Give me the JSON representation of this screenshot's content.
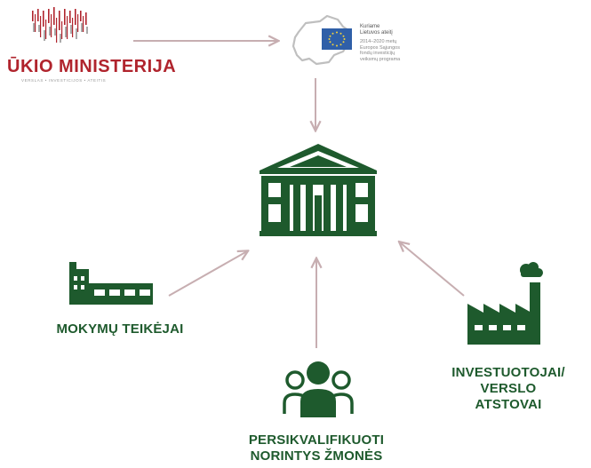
{
  "colors": {
    "node_green": "#1e5a2d",
    "arrow": "#c7aeb1",
    "ministry_red": "#b0242d"
  },
  "ministry": {
    "name": "ŪKIO MINISTERIJA",
    "subtitle": "VERSLAS • INVESTICIJOS • ATEITIS"
  },
  "eu_logo": {
    "line1": "Kuriame",
    "line2": "Lietuvos ateitį",
    "program": [
      "2014–2020 metų",
      "Europos Sąjungos",
      "fondų investicijų",
      "veiksmų programa"
    ]
  },
  "nodes": {
    "training": {
      "label": "MOKYMŲ TEIKĖJAI",
      "icon": "training-building-icon"
    },
    "people": {
      "line1": "PERSIKVALIFIKUOTI",
      "line2": "NORINTYS ŽMONĖS",
      "icon": "people-group-icon"
    },
    "investors": {
      "line1": "INVESTUOTOJAI/",
      "line2": "VERSLO",
      "line3": "ATSTOVAI",
      "icon": "factory-icon"
    },
    "center": {
      "icon": "institution-building-icon"
    }
  }
}
